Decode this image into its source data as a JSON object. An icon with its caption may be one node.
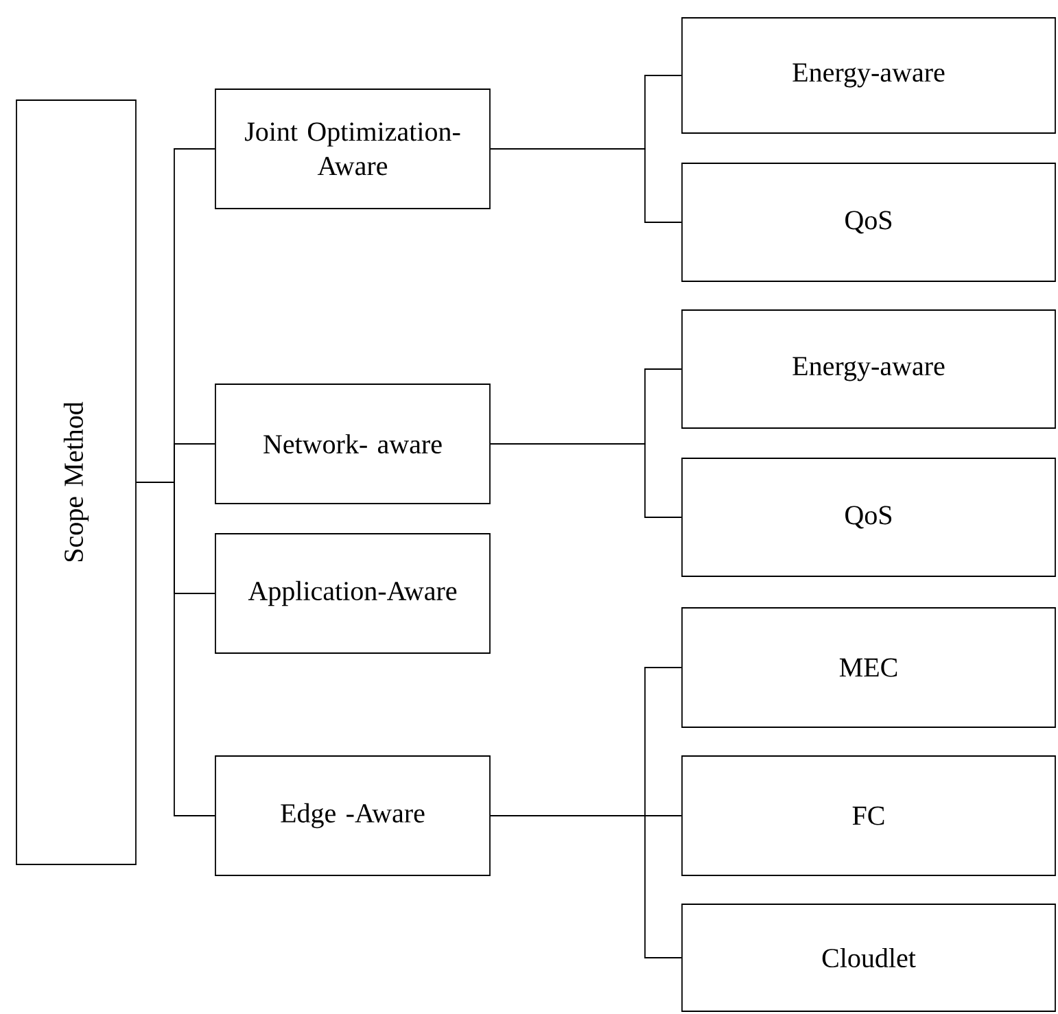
{
  "diagram": {
    "nodes": [
      {
        "text": [
          "Scope Method"
        ]
      },
      {
        "text": [
          "Joint Optimization-Aware"
        ]
      },
      {
        "text": [
          "Energy-aware"
        ]
      },
      {
        "text": [
          "QoS"
        ]
      },
      {
        "text": [
          "Network- aware"
        ]
      },
      {
        "text": [
          "Energy-aware"
        ]
      },
      {
        "text": [
          "QoS"
        ]
      },
      {
        "text": [
          "Application-Aware"
        ]
      },
      {
        "text": [
          "Edge -Aware"
        ]
      },
      {
        "text": [
          "MEC"
        ]
      },
      {
        "text": [
          "FC"
        ]
      },
      {
        "text": [
          "Cloudlet"
        ]
      }
    ],
    "edges": [
      {
        "from": 0,
        "to": 1,
        "arrow": "none"
      },
      {
        "from": 0,
        "to": 4,
        "arrow": "none"
      },
      {
        "from": 0,
        "to": 7,
        "arrow": "none"
      },
      {
        "from": 0,
        "to": 8,
        "arrow": "none"
      },
      {
        "from": 1,
        "to": 2,
        "arrow": "none"
      },
      {
        "from": 1,
        "to": 3,
        "arrow": "none"
      },
      {
        "from": 4,
        "to": 5,
        "arrow": "none"
      },
      {
        "from": 4,
        "to": 6,
        "arrow": "none"
      },
      {
        "from": 8,
        "to": 9,
        "arrow": "none"
      },
      {
        "from": 8,
        "to": 10,
        "arrow": "none"
      },
      {
        "from": 8,
        "to": 11,
        "arrow": "none"
      }
    ]
  }
}
